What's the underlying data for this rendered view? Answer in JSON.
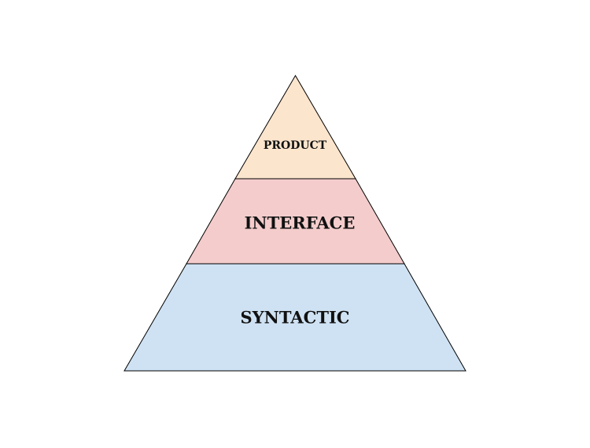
{
  "diagram": {
    "tiers": [
      {
        "label": "PRODUCT",
        "color": "#fce5cd"
      },
      {
        "label": "INTERFACE",
        "color": "#f4cccc"
      },
      {
        "label": "SYNTACTIC",
        "color": "#cfe2f3"
      }
    ]
  }
}
